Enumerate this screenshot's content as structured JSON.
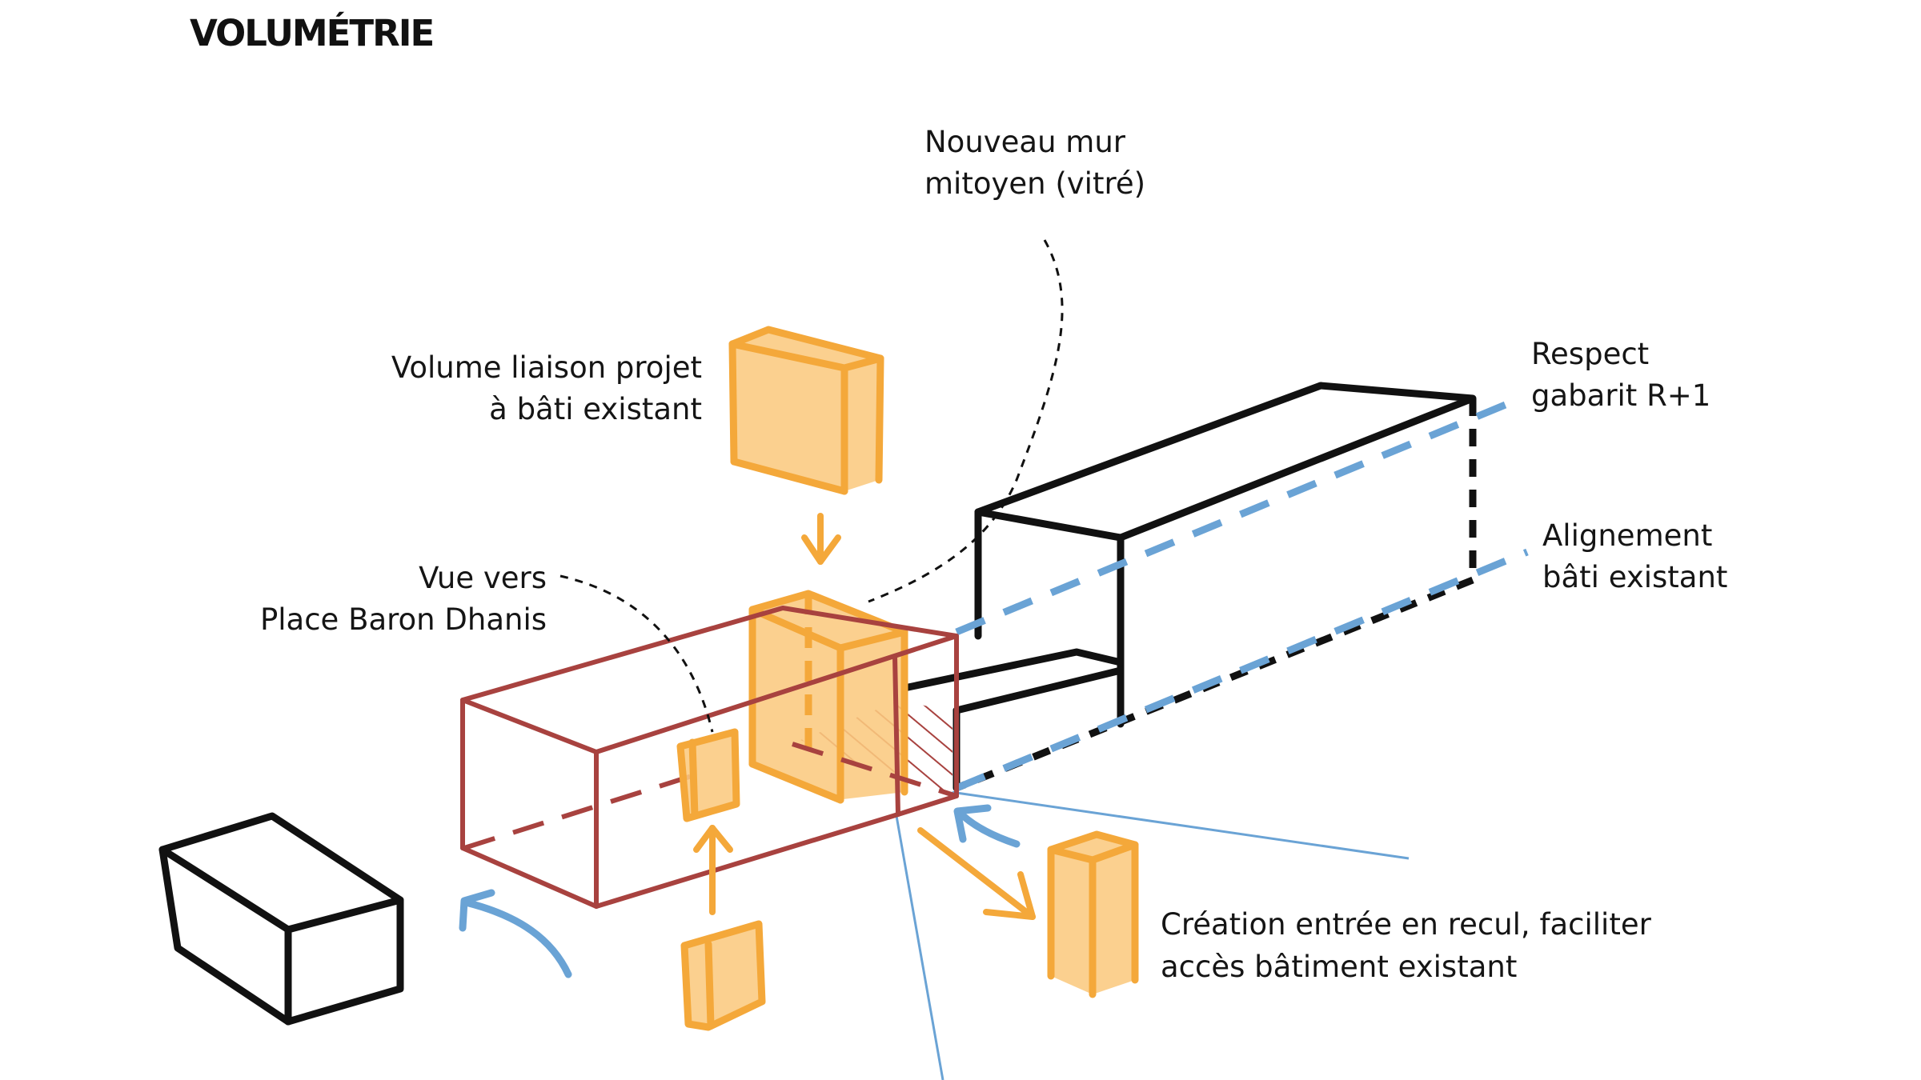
{
  "title": "VOLUMÉTRIE",
  "annotations": {
    "nouveau_mur": [
      "Nouveau mur",
      "mitoyen (vitré)"
    ],
    "volume_liaison": [
      "Volume liaison projet",
      "à bâti existant"
    ],
    "respect_gabarit": [
      "Respect",
      "gabarit R+1"
    ],
    "alignement": [
      "Alignement",
      "bâti existant"
    ],
    "vue_vers": [
      "Vue vers",
      "Place Baron Dhanis"
    ],
    "creation_entree": [
      "Création entrée en recul, faciliter",
      "accès bâtiment existant"
    ]
  },
  "colors": {
    "existing_building": "#111111",
    "project_volume": "#a8423f",
    "connection_volumes": "#f4a83a",
    "alignment_lines": "#6aa3d5"
  }
}
